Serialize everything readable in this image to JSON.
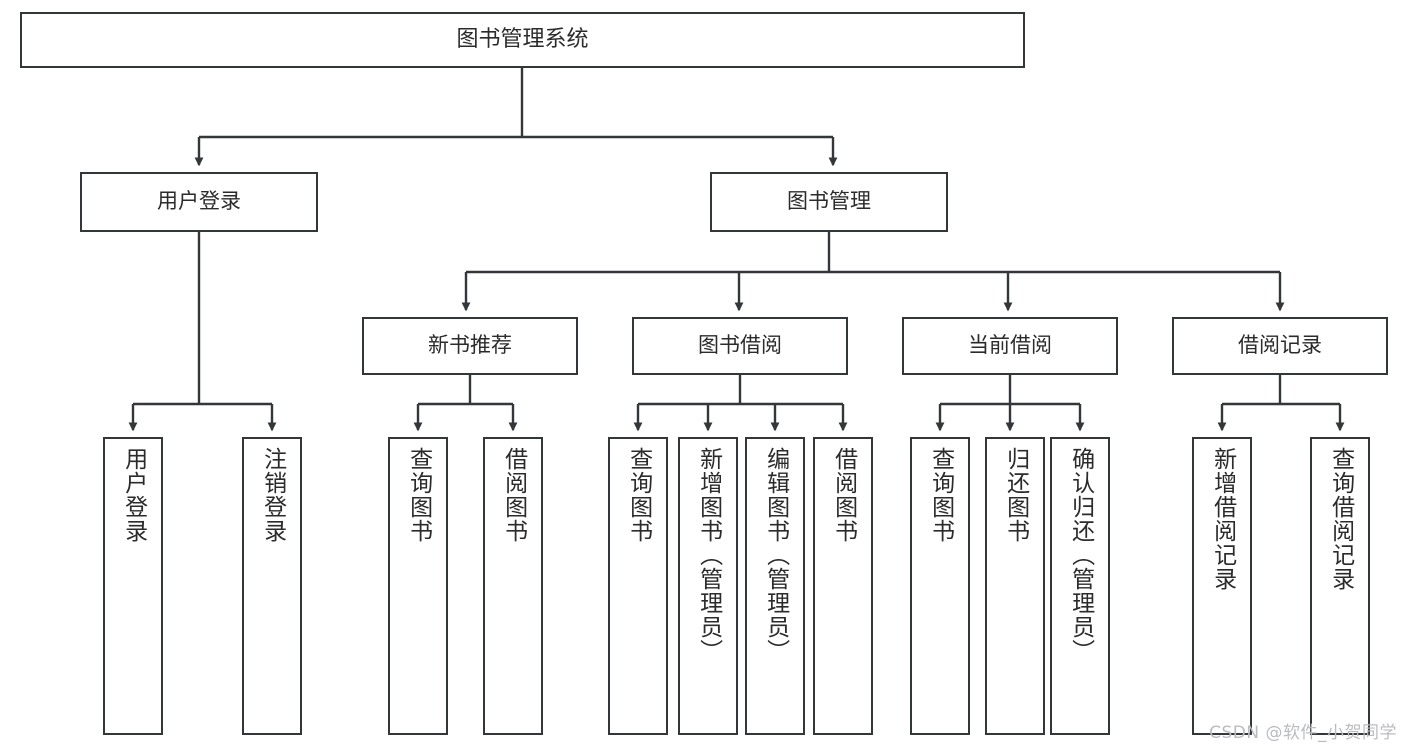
{
  "diagram": {
    "title": "图书管理系统",
    "watermark": "CSDN @软件_小贺同学",
    "colors": {
      "stroke": "#33373a",
      "fill": "#ffffff",
      "text": "#2b2b2b",
      "watermark": "#b9bcc0",
      "background": "#ffffff"
    },
    "root": {
      "label": "图书管理系统"
    },
    "level2": [
      {
        "label": "用户登录"
      },
      {
        "label": "图书管理"
      }
    ],
    "level3": [
      {
        "label": "新书推荐"
      },
      {
        "label": "图书借阅"
      },
      {
        "label": "当前借阅"
      },
      {
        "label": "借阅记录"
      }
    ],
    "leaves": [
      {
        "label": "用户登录",
        "parent": "用户登录"
      },
      {
        "label": "注销登录",
        "parent": "用户登录"
      },
      {
        "label": "查询图书",
        "parent": "新书推荐"
      },
      {
        "label": "借阅图书",
        "parent": "新书推荐"
      },
      {
        "label": "查询图书",
        "parent": "图书借阅"
      },
      {
        "label": "新增图书（管理员）",
        "parent": "图书借阅"
      },
      {
        "label": "编辑图书（管理员）",
        "parent": "图书借阅"
      },
      {
        "label": "借阅图书",
        "parent": "图书借阅"
      },
      {
        "label": "查询图书",
        "parent": "当前借阅"
      },
      {
        "label": "归还图书",
        "parent": "当前借阅"
      },
      {
        "label": "确认归还（管理员）",
        "parent": "当前借阅"
      },
      {
        "label": "新增借阅记录",
        "parent": "借阅记录"
      },
      {
        "label": "查询借阅记录",
        "parent": "借阅记录"
      }
    ]
  }
}
